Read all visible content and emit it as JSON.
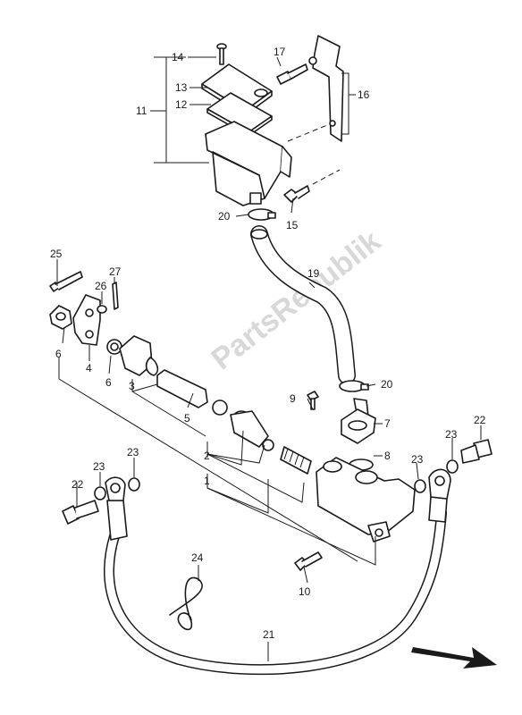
{
  "watermark": "PartsRepublik",
  "parts": [
    {
      "id": "p1",
      "text": "1"
    },
    {
      "id": "p2",
      "text": "2"
    },
    {
      "id": "p3",
      "text": "3"
    },
    {
      "id": "p4",
      "text": "4"
    },
    {
      "id": "p5",
      "text": "5"
    },
    {
      "id": "p6a",
      "text": "6"
    },
    {
      "id": "p6b",
      "text": "6"
    },
    {
      "id": "p7",
      "text": "7"
    },
    {
      "id": "p8",
      "text": "8"
    },
    {
      "id": "p9",
      "text": "9"
    },
    {
      "id": "p10",
      "text": "10"
    },
    {
      "id": "p11",
      "text": "11"
    },
    {
      "id": "p12",
      "text": "12"
    },
    {
      "id": "p13",
      "text": "13"
    },
    {
      "id": "p14",
      "text": "14"
    },
    {
      "id": "p15",
      "text": "15"
    },
    {
      "id": "p16",
      "text": "16"
    },
    {
      "id": "p17",
      "text": "17"
    },
    {
      "id": "p19",
      "text": "19"
    },
    {
      "id": "p20a",
      "text": "20"
    },
    {
      "id": "p20b",
      "text": "20"
    },
    {
      "id": "p21",
      "text": "21"
    },
    {
      "id": "p22a",
      "text": "22"
    },
    {
      "id": "p22b",
      "text": "22"
    },
    {
      "id": "p23a",
      "text": "23"
    },
    {
      "id": "p23b",
      "text": "23"
    },
    {
      "id": "p23c",
      "text": "23"
    },
    {
      "id": "p23d",
      "text": "23"
    },
    {
      "id": "p24",
      "text": "24"
    },
    {
      "id": "p25",
      "text": "25"
    },
    {
      "id": "p26",
      "text": "26"
    },
    {
      "id": "p27",
      "text": "27"
    }
  ]
}
